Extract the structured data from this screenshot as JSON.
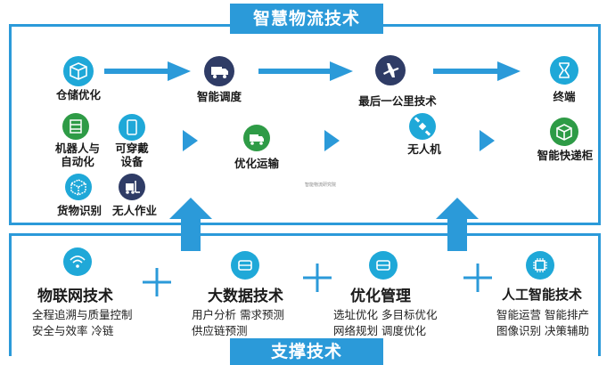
{
  "header": {
    "title": "智慧物流技术"
  },
  "footer": {
    "title": "支撑技术"
  },
  "top_flow": {
    "warehouse": "仓储优化",
    "dispatch": "智能调度",
    "last_mile": "最后一公里技术",
    "terminal": "终端"
  },
  "sub_nodes": {
    "robot": "机器人与\n自动化",
    "wearable": "可穿戴\n设备",
    "cargo_id": "货物识别",
    "unmanned_work": "无人作业",
    "transport": "优化运输",
    "drone": "无人机",
    "locker": "智能快递柜"
  },
  "watermark": "智能物流研究院",
  "support": [
    {
      "title": "物联网技术",
      "lines": [
        "全程追溯与质量控制",
        "安全与效率  冷链"
      ]
    },
    {
      "title": "大数据技术",
      "lines": [
        "用户分析  需求预测",
        "供应链预测"
      ]
    },
    {
      "title": "优化管理",
      "lines": [
        "选址优化  多目标优化",
        "网络规划  调度优化"
      ]
    },
    {
      "title": "人工智能技术",
      "lines": [
        "智能运营 智能排产",
        "图像识别 决策辅助"
      ]
    }
  ],
  "colors": {
    "accent": "#2b9ad9",
    "teal": "#1fa8d8",
    "navy": "#2f3c66",
    "green": "#2e9b46"
  }
}
